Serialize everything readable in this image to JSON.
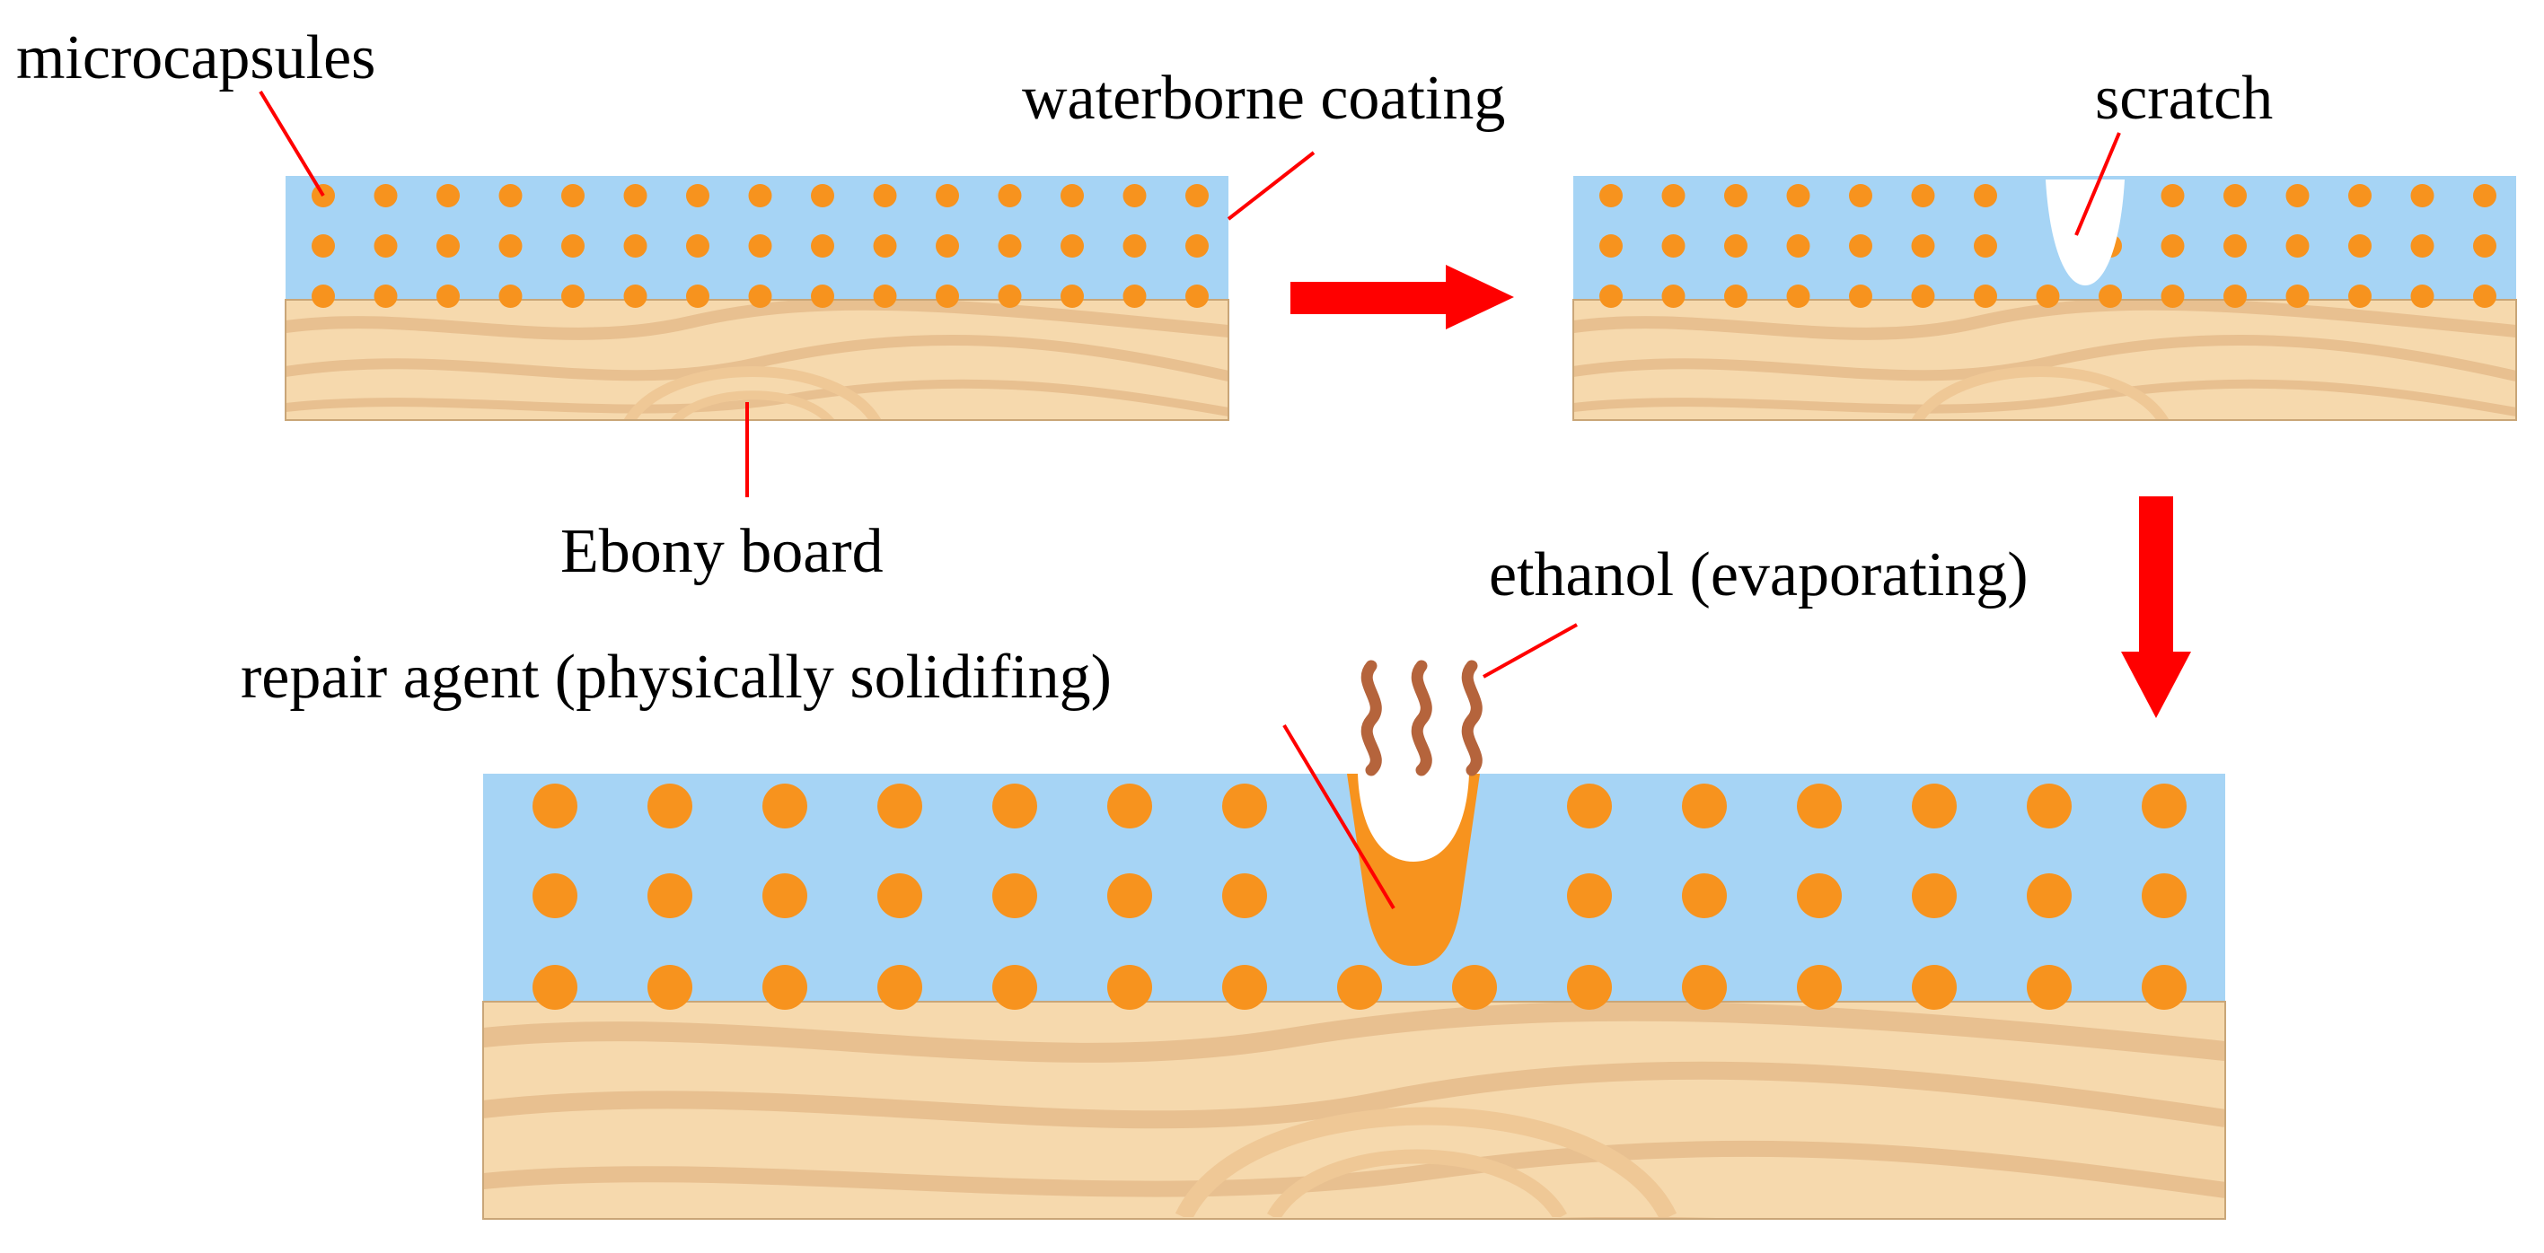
{
  "labels": {
    "microcapsules": "microcapsules",
    "waterborne_coating": "waterborne coating",
    "scratch": "scratch",
    "ebony_board": "Ebony board",
    "ethanol": "ethanol (evaporating)",
    "repair_agent": "repair agent (physically solidifing)"
  },
  "panels": [
    {
      "name": "intact-coating",
      "capsule_rows": 3,
      "capsule_columns": 15,
      "scratch": false
    },
    {
      "name": "scratched-coating",
      "capsule_rows": 3,
      "capsule_columns": 15,
      "scratch": true
    },
    {
      "name": "repaired-coating",
      "capsule_rows": 3,
      "capsule_columns": 15,
      "scratch": true,
      "repair_agent_fill": true,
      "vapor_wisps": 3
    }
  ],
  "arrows": [
    {
      "name": "arrow-right",
      "direction": "right"
    },
    {
      "name": "arrow-down",
      "direction": "down"
    }
  ],
  "colors": {
    "coating": "#a6d4f5",
    "wood": "#f6d9ad",
    "wood_grain": "#e8c090",
    "wood_edge": "#c9a678",
    "capsule": "#f7931e",
    "scratch": "#ffffff",
    "arrow": "#ff0000",
    "leader_line": "#ff0000",
    "vapor": "#b5643c"
  }
}
